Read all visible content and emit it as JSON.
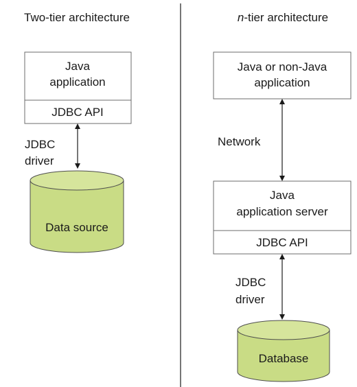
{
  "two_tier": {
    "title": "Two-tier architecture",
    "app_box": {
      "line1": "Java",
      "line2": "application"
    },
    "api_label": "JDBC API",
    "driver_label": {
      "line1": "JDBC",
      "line2": "driver"
    },
    "datasource_label": "Data source"
  },
  "n_tier": {
    "title_prefix": "n",
    "title_rest": "-tier architecture",
    "client_box": {
      "line1": "Java or non-Java",
      "line2": "application"
    },
    "network_label": "Network",
    "server_box": {
      "line1": "Java",
      "line2": "application server"
    },
    "api_label": "JDBC API",
    "driver_label": {
      "line1": "JDBC",
      "line2": "driver"
    },
    "database_label": "Database"
  },
  "colors": {
    "cylinder_fill": "#c9dc85",
    "box_stroke": "#6b6b6b"
  }
}
